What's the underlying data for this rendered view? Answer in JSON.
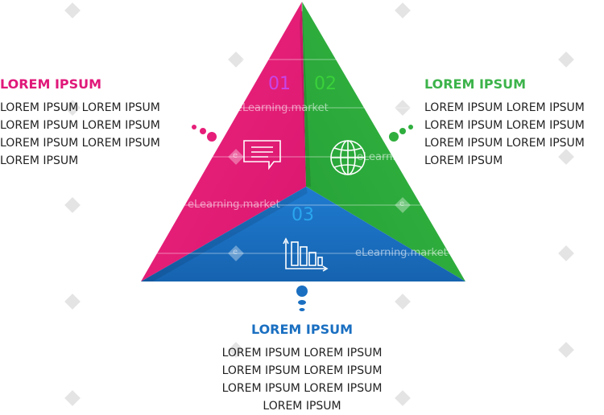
{
  "colors": {
    "pink": "#e61e79",
    "green": "#2fae3e",
    "blue": "#1a6fc1",
    "pink_text": "#e0187a",
    "green_text": "#3cb34a",
    "blue_text": "#1a6fc1",
    "number_pink": "#c845e8",
    "number_green": "#3ad13a",
    "number_blue": "#2aa6ee"
  },
  "segments": [
    {
      "number": "01",
      "icon": "chat-bubble-icon"
    },
    {
      "number": "02",
      "icon": "globe-icon"
    },
    {
      "number": "03",
      "icon": "bar-chart-icon"
    }
  ],
  "left": {
    "title": "LOREM IPSUM",
    "lines": [
      "LOREM IPSUM LOREM IPSUM",
      "LOREM IPSUM  LOREM IPSUM",
      "LOREM IPSUM LOREM IPSUM",
      "LOREM IPSUM"
    ]
  },
  "right": {
    "title": "LOREM IPSUM",
    "lines": [
      "LOREM IPSUM LOREM IPSUM",
      "LOREM IPSUM  LOREM IPSUM",
      "LOREM IPSUM LOREM IPSUM",
      "LOREM IPSUM"
    ]
  },
  "bottom": {
    "title": "LOREM IPSUM",
    "lines": [
      "LOREM IPSUM LOREM IPSUM",
      "LOREM IPSUM  LOREM IPSUM",
      "LOREM IPSUM LOREM IPSUM",
      "LOREM IPSUM"
    ]
  },
  "watermark": {
    "text": "eLearning.market",
    "mark": "e"
  }
}
